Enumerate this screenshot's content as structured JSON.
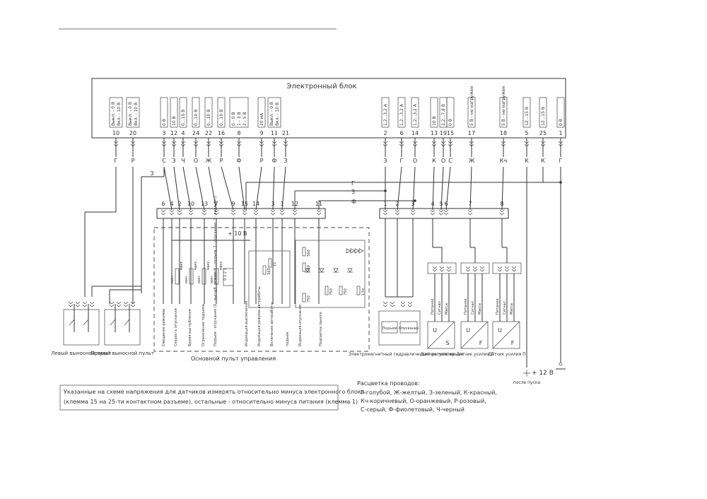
{
  "block_title": "Электронный блок",
  "unit_pins": [
    {
      "pin": "10",
      "wire": "Г",
      "spec": [
        "Выкл. - 0 В",
        "Вкл. - 10 В"
      ]
    },
    {
      "pin": "20",
      "wire": "Р",
      "spec": [
        "Выкл. - 0 В",
        "Вкл. - 10 В"
      ]
    },
    {
      "pin": "3",
      "wire": "С",
      "spec": [
        "0 В"
      ]
    },
    {
      "pin": "12",
      "wire": "З",
      "spec": [
        "10 В"
      ]
    },
    {
      "pin": "4",
      "wire": "Ч",
      "spec": [
        "0...10 В"
      ]
    },
    {
      "pin": "24",
      "wire": "О",
      "spec": [
        "0...10 В"
      ]
    },
    {
      "pin": "22",
      "wire": "Ж",
      "spec": [
        "0...10 В"
      ]
    },
    {
      "pin": "16",
      "wire": "Р",
      "spec": [
        "0...10 В"
      ]
    },
    {
      "pin": "8",
      "wire": "Ф",
      "spec": [
        "0 - 0 В",
        "1 - 3 В",
        "2 - 5 В"
      ]
    },
    {
      "pin": "9",
      "wire": "Р",
      "spec": [
        "20 мА"
      ]
    },
    {
      "pin": "11",
      "wire": "Ф",
      "spec": [
        "Выкл. - 0 В",
        "Вкл. - 10 В"
      ]
    },
    {
      "pin": "21",
      "wire": "З",
      "spec": []
    },
    {
      "pin": "2",
      "wire": "З",
      "spec": [
        "1,2...3,2 А"
      ]
    },
    {
      "pin": "6",
      "wire": "Г",
      "spec": [
        "1,2...3,2 А"
      ]
    },
    {
      "pin": "14",
      "wire": "О",
      "spec": [
        "1,2...3,2 А"
      ]
    },
    {
      "pin": "13",
      "wire": "К",
      "spec": [
        "10 В"
      ]
    },
    {
      "pin": "19",
      "wire": "О",
      "spec": [
        "2,2...7,8 В"
      ]
    },
    {
      "pin": "15",
      "wire": "С",
      "spec": [
        "0 В"
      ]
    },
    {
      "pin": "17",
      "wire": "Ж",
      "spec": [
        "5 В - не нагружен"
      ]
    },
    {
      "pin": "18",
      "wire": "Кч",
      "spec": [
        "5 В - не нагружен"
      ]
    },
    {
      "pin": "5",
      "wire": "К",
      "spec": [
        "12...15 В"
      ]
    },
    {
      "pin": "25",
      "wire": "К",
      "spec": [
        "12...15 В"
      ]
    },
    {
      "pin": "1",
      "wire": "Г",
      "spec": [
        "0 В"
      ]
    }
  ],
  "connector_left_pins": [
    "6",
    "4",
    "2",
    "10",
    "13",
    "7",
    "9",
    "15",
    "14",
    "3",
    "1",
    "12",
    "11"
  ],
  "connector_right_pins": [
    "1",
    "2",
    "3",
    "4",
    "5",
    "6",
    "7",
    "8"
  ],
  "bus_labels": [
    "Г",
    "З",
    "Ф"
  ],
  "left_wire_label": "З",
  "panel_voltage": "+ 10 В",
  "panel_functions": [
    "Смещение режимов",
    "Скорость опускания",
    "Время выглубления",
    "Ограничение подъема",
    "Подъем - опускание (0 - выглуб. режим, 1 - подъем, 2 - опускание, 3 - выглубл.)",
    "Индикация выключения",
    "Индикация режима автоработы",
    "Включение автоработы",
    "подъем",
    "Индикация опускания",
    "Подсветка панели"
  ],
  "pot_labels": [
    "мин.",
    "макс."
  ],
  "switch_label": "0 1 2 3",
  "resistor_values": [
    "560",
    "15",
    "560",
    "560",
    "750",
    "750",
    "750",
    "1,5к"
  ],
  "left_remote_label": "Левый выносной пульт",
  "right_remote_label": "Правый выносной пульт",
  "main_panel_label": "Основной пульт управления",
  "regulator_buttons": [
    "Подъем",
    "Опускание"
  ],
  "regulator_label": "Электромагнитный гидравлический регулятор",
  "sensors": [
    {
      "label": "Датчик положения",
      "letters": [
        "U",
        "S"
      ],
      "signals": [
        "Питание",
        "Сигнал",
        "Масса"
      ]
    },
    {
      "label": "Датчик усилия Л",
      "letters": [
        "U",
        "F"
      ],
      "signals": [
        "Питание",
        "Сигнал",
        "Масса"
      ]
    },
    {
      "label": "Датчик усилия П",
      "letters": [
        "U",
        "F"
      ],
      "signals": [
        "Питание",
        "Сигнал",
        "Масса"
      ]
    }
  ],
  "power_label": "+ 12 В",
  "power_sublabel": "после пуска",
  "note": [
    "Указанные на схеме напряжения для датчиков измерять относительно минуса электронного блока",
    "(клемма 15 на 25-ти контактном разъеме), остальные - относительно минуса питания (клемма 1)"
  ],
  "legend_title": "Расцветка проводов:",
  "legend_lines": [
    "Г-голубой, Ж-желтый, З-зеленый, К-красный,",
    "Кч-коричневый, О-оранжевый, Р-розовый,",
    "С-серый, Ф-фиолетовый, Ч-черный"
  ]
}
